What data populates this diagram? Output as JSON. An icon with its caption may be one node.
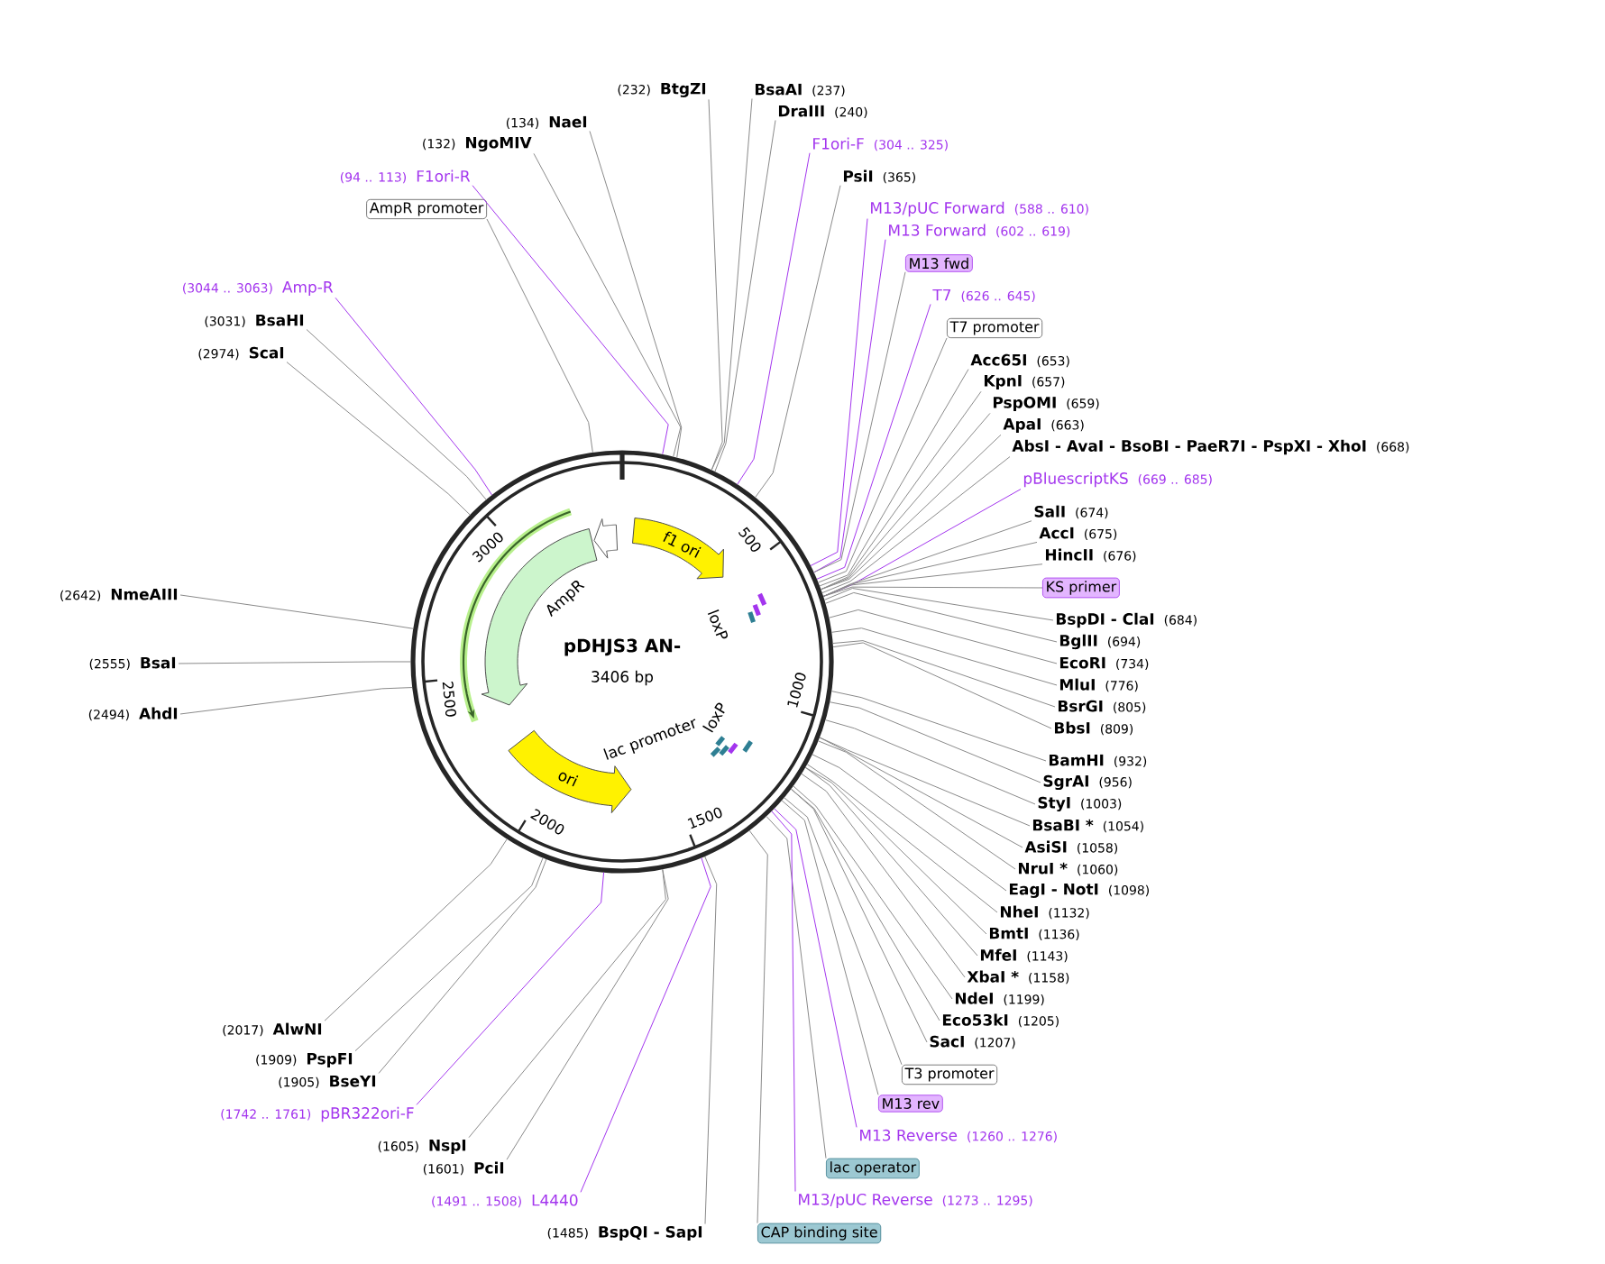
{
  "diagram": {
    "title": "pDHJS3 AN-",
    "nodes": [
      {
        "text": [
          "(232)",
          "BtgZI"
        ]
      },
      {
        "text": [
          "BsaAI",
          "(237)"
        ]
      },
      {
        "text": [
          "DraIII",
          "(240)"
        ]
      },
      {
        "text": [
          "(134)",
          "NaeI"
        ]
      },
      {
        "text": [
          "(132)",
          "NgoMIV"
        ]
      },
      {
        "text": [
          "F1ori-F",
          "(304 .. 325)"
        ]
      },
      {
        "text": [
          "(94 .. 113)",
          "F1ori-R"
        ]
      },
      {
        "text": [
          "PsiI",
          "(365)"
        ]
      },
      {
        "text": [
          "AmpR promoter"
        ]
      },
      {
        "text": [
          "M13/pUC Forward",
          "(588 .. 610)"
        ]
      },
      {
        "text": [
          "M13 Forward",
          "(602 .. 619)"
        ]
      },
      {
        "text": [
          "M13 fwd"
        ]
      },
      {
        "text": [
          "(3044 .. 3063)",
          "Amp-R"
        ]
      },
      {
        "text": [
          "T7",
          "(626 .. 645)"
        ]
      },
      {
        "text": [
          "(3031)",
          "BsaHI"
        ]
      },
      {
        "text": [
          "T7 promoter"
        ]
      },
      {
        "text": [
          "(2974)",
          "ScaI"
        ]
      },
      {
        "text": [
          "Acc65I",
          "(653)"
        ]
      },
      {
        "text": [
          "KpnI",
          "(657)"
        ]
      },
      {
        "text": [
          "PspOMI",
          "(659)"
        ]
      },
      {
        "text": [
          "ApaI",
          "(663)"
        ]
      },
      {
        "text": [
          "AbsI - AvaI - BsoBI - PaeR7I - PspXI - XhoI",
          "(668)"
        ]
      },
      {
        "text": [
          "pBluescriptKS",
          "(669 .. 685)"
        ]
      },
      {
        "text": [
          "SalI",
          "(674)"
        ]
      },
      {
        "text": [
          "AccI",
          "(675)"
        ]
      },
      {
        "text": [
          "HincII",
          "(676)"
        ]
      },
      {
        "text": [
          "KS primer"
        ]
      },
      {
        "text": [
          "(2642)",
          "NmeAIII"
        ]
      },
      {
        "text": [
          "BspDI - ClaI",
          "(684)"
        ]
      },
      {
        "text": [
          "BglII",
          "(694)"
        ]
      },
      {
        "text": [
          "EcoRI",
          "(734)"
        ]
      },
      {
        "text": [
          "MluI",
          "(776)"
        ]
      },
      {
        "text": [
          "BsrGI",
          "(805)"
        ]
      },
      {
        "text": [
          "BbsI",
          "(809)"
        ]
      },
      {
        "text": [
          "(2555)",
          "BsaI"
        ]
      },
      {
        "text": [
          "(2494)",
          "AhdI"
        ]
      },
      {
        "text": [
          "BamHI",
          "(932)"
        ]
      },
      {
        "text": [
          "SgrAI",
          "(956)"
        ]
      },
      {
        "text": [
          "StyI",
          "(1003)"
        ]
      },
      {
        "text": [
          "BsaBI *",
          "(1054)"
        ]
      },
      {
        "text": [
          "AsiSI",
          "(1058)"
        ]
      },
      {
        "text": [
          "NruI *",
          "(1060)"
        ]
      },
      {
        "text": [
          "EagI - NotI",
          "(1098)"
        ]
      },
      {
        "text": [
          "NheI",
          "(1132)"
        ]
      },
      {
        "text": [
          "BmtI",
          "(1136)"
        ]
      },
      {
        "text": [
          "MfeI",
          "(1143)"
        ]
      },
      {
        "text": [
          "XbaI *",
          "(1158)"
        ]
      },
      {
        "text": [
          "NdeI",
          "(1199)"
        ]
      },
      {
        "text": [
          "Eco53kI",
          "(1205)"
        ]
      },
      {
        "text": [
          "SacI",
          "(1207)"
        ]
      },
      {
        "text": [
          "(2017)",
          "AlwNI"
        ]
      },
      {
        "text": [
          "(1909)",
          "PspFI"
        ]
      },
      {
        "text": [
          "(1905)",
          "BseYI"
        ]
      },
      {
        "text": [
          "(1742 .. 1761)",
          "pBR322ori-F"
        ]
      },
      {
        "text": [
          "T3 promoter"
        ]
      },
      {
        "text": [
          "(1605)",
          "NspI"
        ]
      },
      {
        "text": [
          "(1601)",
          "PciI"
        ]
      },
      {
        "text": [
          "M13 rev"
        ]
      },
      {
        "text": [
          "M13 Reverse",
          "(1260 .. 1276)"
        ]
      },
      {
        "text": [
          "lac operator"
        ]
      },
      {
        "text": [
          "(1491 .. 1508)",
          "L4440"
        ]
      },
      {
        "text": [
          "M13/pUC Reverse",
          "(1273 .. 1295)"
        ]
      },
      {
        "text": [
          "(1485)",
          "BspQI - SapI"
        ]
      },
      {
        "text": [
          "CAP binding site"
        ]
      },
      {
        "text": [],
        "shape": "circle"
      },
      {
        "text": [
          "f1 ori"
        ],
        "in": 64
      },
      {
        "text": [
          "AmpR"
        ],
        "in": 64
      },
      {
        "text": [
          "loxP"
        ],
        "in": 64
      },
      {
        "text": [
          "loxP"
        ],
        "in": 64
      },
      {
        "text": [
          "lac promoter"
        ],
        "in": 64
      },
      {
        "text": [
          "ori"
        ],
        "in": 64
      },
      {
        "text": [],
        "shape": "arrow",
        "in": 64
      }
    ],
    "edges": [
      {
        "from": 0,
        "to": 64,
        "arrow": "none"
      },
      {
        "from": 1,
        "to": 64,
        "arrow": "none"
      },
      {
        "from": 2,
        "to": 64,
        "arrow": "none"
      },
      {
        "from": 3,
        "to": 64,
        "arrow": "none"
      },
      {
        "from": 4,
        "to": 64,
        "arrow": "none"
      },
      {
        "from": 5,
        "to": 64,
        "arrow": "none",
        "color": "#a335ee"
      },
      {
        "from": 6,
        "to": 64,
        "arrow": "none",
        "color": "#a335ee"
      },
      {
        "from": 7,
        "to": 64,
        "arrow": "none"
      },
      {
        "from": 8,
        "to": 64,
        "arrow": "none"
      },
      {
        "from": 9,
        "to": 64,
        "arrow": "none",
        "color": "#a335ee"
      },
      {
        "from": 10,
        "to": 64,
        "arrow": "none",
        "color": "#a335ee"
      },
      {
        "from": 11,
        "to": 64,
        "arrow": "none"
      },
      {
        "from": 12,
        "to": 64,
        "arrow": "none",
        "color": "#a335ee"
      },
      {
        "from": 13,
        "to": 64,
        "arrow": "none",
        "color": "#a335ee"
      },
      {
        "from": 14,
        "to": 64,
        "arrow": "none"
      },
      {
        "from": 15,
        "to": 64,
        "arrow": "none"
      },
      {
        "from": 16,
        "to": 64,
        "arrow": "none"
      },
      {
        "from": 17,
        "to": 64,
        "arrow": "none"
      },
      {
        "from": 18,
        "to": 64,
        "arrow": "none"
      },
      {
        "from": 19,
        "to": 64,
        "arrow": "none"
      },
      {
        "from": 20,
        "to": 64,
        "arrow": "none"
      },
      {
        "from": 21,
        "to": 64,
        "arrow": "none"
      },
      {
        "from": 22,
        "to": 64,
        "arrow": "none",
        "color": "#a335ee"
      },
      {
        "from": 23,
        "to": 64,
        "arrow": "none"
      },
      {
        "from": 24,
        "to": 64,
        "arrow": "none"
      },
      {
        "from": 25,
        "to": 64,
        "arrow": "none"
      },
      {
        "from": 26,
        "to": 64,
        "arrow": "none"
      },
      {
        "from": 27,
        "to": 64,
        "arrow": "none"
      },
      {
        "from": 28,
        "to": 64,
        "arrow": "none"
      },
      {
        "from": 29,
        "to": 64,
        "arrow": "none"
      },
      {
        "from": 30,
        "to": 64,
        "arrow": "none"
      },
      {
        "from": 31,
        "to": 64,
        "arrow": "none"
      },
      {
        "from": 32,
        "to": 64,
        "arrow": "none"
      },
      {
        "from": 33,
        "to": 64,
        "arrow": "none"
      },
      {
        "from": 34,
        "to": 64,
        "arrow": "none"
      },
      {
        "from": 35,
        "to": 64,
        "arrow": "none"
      },
      {
        "from": 36,
        "to": 64,
        "arrow": "none"
      },
      {
        "from": 37,
        "to": 64,
        "arrow": "none"
      },
      {
        "from": 38,
        "to": 64,
        "arrow": "none"
      },
      {
        "from": 39,
        "to": 64,
        "arrow": "none"
      },
      {
        "from": 40,
        "to": 64,
        "arrow": "none"
      },
      {
        "from": 41,
        "to": 64,
        "arrow": "none"
      },
      {
        "from": 42,
        "to": 64,
        "arrow": "none"
      },
      {
        "from": 43,
        "to": 64,
        "arrow": "none"
      },
      {
        "from": 44,
        "to": 64,
        "arrow": "none"
      },
      {
        "from": 45,
        "to": 64,
        "arrow": "none"
      },
      {
        "from": 46,
        "to": 64,
        "arrow": "none"
      },
      {
        "from": 47,
        "to": 64,
        "arrow": "none"
      },
      {
        "from": 48,
        "to": 64,
        "arrow": "none"
      },
      {
        "from": 49,
        "to": 64,
        "arrow": "none"
      },
      {
        "from": 50,
        "to": 64,
        "arrow": "none"
      },
      {
        "from": 51,
        "to": 64,
        "arrow": "none"
      },
      {
        "from": 52,
        "to": 64,
        "arrow": "none"
      },
      {
        "from": 53,
        "to": 64,
        "arrow": "none",
        "color": "#a335ee"
      },
      {
        "from": 54,
        "to": 64,
        "arrow": "none"
      },
      {
        "from": 55,
        "to": 64,
        "arrow": "none"
      },
      {
        "from": 56,
        "to": 64,
        "arrow": "none"
      },
      {
        "from": 57,
        "to": 64,
        "arrow": "none"
      },
      {
        "from": 58,
        "to": 64,
        "arrow": "none",
        "color": "#a335ee"
      },
      {
        "from": 59,
        "to": 64,
        "arrow": "none"
      },
      {
        "from": 60,
        "to": 64,
        "arrow": "none",
        "color": "#a335ee"
      },
      {
        "from": 61,
        "to": 64,
        "arrow": "none",
        "color": "#a335ee"
      },
      {
        "from": 62,
        "to": 64,
        "arrow": "none"
      },
      {
        "from": 63,
        "to": 64,
        "arrow": "none"
      }
    ],
    "labels": [
      "3406 bp",
      "500",
      "1000",
      "1500",
      "2000",
      "2500",
      "3000"
    ]
  }
}
